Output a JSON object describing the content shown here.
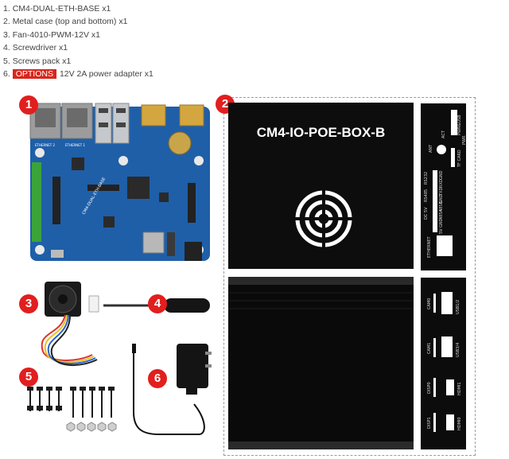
{
  "package_list": [
    {
      "number": "1.",
      "text": "CM4-DUAL-ETH-BASE x1"
    },
    {
      "number": "2.",
      "text": "Metal case (top and bottom) x1"
    },
    {
      "number": "3.",
      "text": "Fan-4010-PWM-12V x1"
    },
    {
      "number": "4.",
      "text": "Screwdriver x1"
    },
    {
      "number": "5.",
      "text": "Screws pack x1"
    },
    {
      "number": "6.",
      "tag": "OPTIONS",
      "text": "12V 2A power adapter x1"
    }
  ],
  "badges": [
    "1",
    "2",
    "3",
    "4",
    "5",
    "6"
  ],
  "case": {
    "title": "CM4-IO-POE-BOX-B"
  },
  "panel_top_labels": {
    "act": "ACT",
    "pwr_usb": "PWR&USB",
    "pwr": "PWR",
    "ant": "ANT",
    "tf_card": "TF CARD",
    "rs232_group": "RS232",
    "gnd1": "GND",
    "rxd": "RXD",
    "txd": "TXD",
    "gnd2": "GND",
    "rs485_group": "RS485",
    "485b": "485B",
    "485a": "485A",
    "gnd3": "GND",
    "dc_group": "DC 5V",
    "5v": "5V",
    "ethernet": "ETHERNET"
  },
  "panel_bottom_labels": {
    "cam0": "CAM0",
    "cam1": "CAM1",
    "usb12": "USB1/2",
    "usb34": "USB3/4",
    "disp0": "DISP0",
    "disp1": "DISP1",
    "hdmi1": "HDMI1",
    "hdmi0": "HDMI0"
  },
  "colors": {
    "badge": "#e21e1e",
    "options_tag": "#d9261c",
    "case": "#0d0d0d",
    "pcb": "#1f5fa8"
  }
}
